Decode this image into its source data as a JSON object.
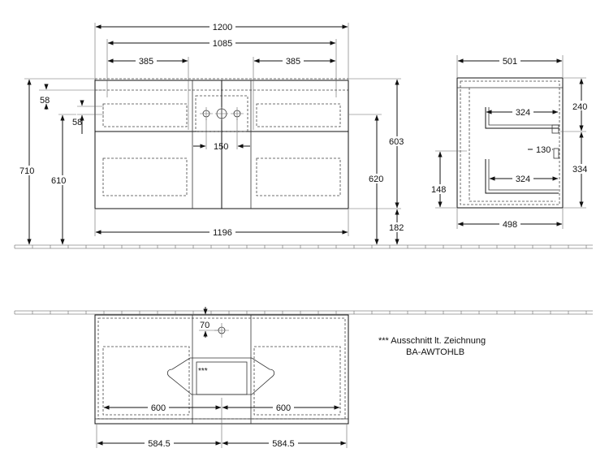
{
  "front_view": {
    "width_overall": "1200",
    "width_inner": "1085",
    "drawer_offset_left": "385",
    "drawer_offset_right": "385",
    "depth_58_a": "58",
    "depth_58_b": "58",
    "height_710": "710",
    "height_610": "610",
    "tap_spacing": "150",
    "height_603": "603",
    "height_620": "620",
    "floor_gap": "182",
    "width_bottom": "1196"
  },
  "side_view": {
    "depth_top": "501",
    "inner_depth_upper": "324",
    "inner_depth_lower": "324",
    "offset_130": "130",
    "height_240": "240",
    "height_334": "334",
    "height_148": "148",
    "depth_bottom": "498"
  },
  "top_view": {
    "offset_70": "70",
    "cutout_marker": "***",
    "drawer_width_left": "600",
    "drawer_width_right": "600",
    "half_width_left": "584.5",
    "half_width_right": "584.5"
  },
  "note": {
    "line1": "*** Ausschnitt lt. Zeichnung",
    "line2": "BA-AWTOHLB"
  }
}
